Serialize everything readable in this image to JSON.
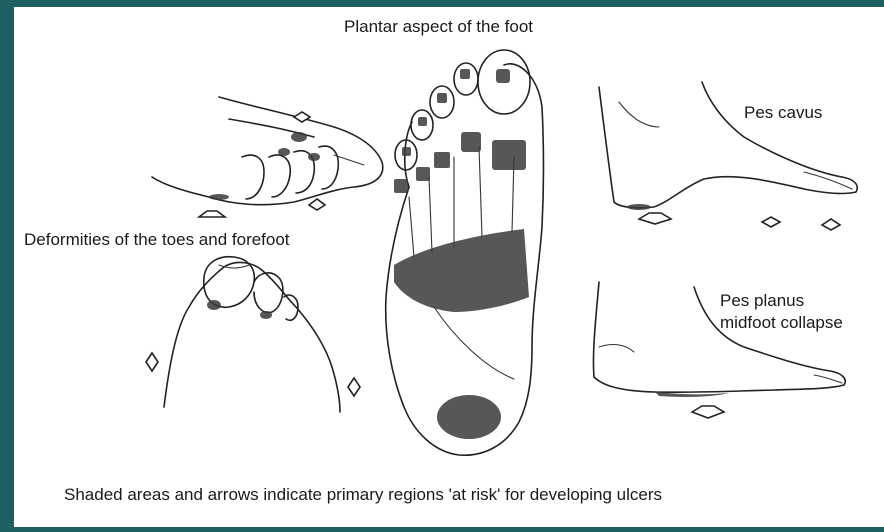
{
  "labels": {
    "title": "Plantar aspect of the foot",
    "toes": "Deformities of the toes and forefoot",
    "cavus": "Pes cavus",
    "planus_line1": "Pes planus",
    "planus_line2": "midfoot collapse",
    "caption": "Shaded areas and arrows indicate primary regions 'at risk' for developing ulcers"
  },
  "colors": {
    "background": "#1d5f63",
    "panel": "#ffffff",
    "ink": "#222222",
    "shade": "#3a3a3a"
  }
}
